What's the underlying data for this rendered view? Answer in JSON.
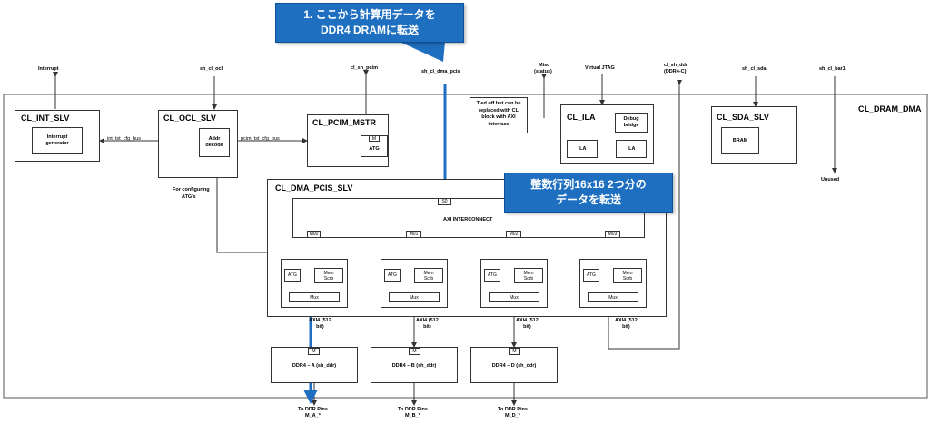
{
  "callouts": {
    "top_lines": [
      "1. ここから計算用データを",
      "DDR4 DRAMに転送"
    ],
    "mid_lines": [
      "整数行列16x16 2つ分の",
      "データを転送"
    ]
  },
  "signals": {
    "interrupt": "Interrupt",
    "sh_cl_ocl": "sh_cl_ocl",
    "cl_sh_pcim": "cl_sh_pcim",
    "sh_cl_dma_pcis": "sh_cl_dma_pcis",
    "misc": "Misc",
    "misc_status": "(status)",
    "virtual_jtag": "Virtual JTAG",
    "cl_sh_ddr": "cl_sh_ddr",
    "cl_sh_ddr_sub": "(DDR4-C)",
    "sh_cl_sda": "sh_cl_sda",
    "sh_cl_bar1": "sh_cl_bar1",
    "unused": "Unused"
  },
  "blocks": {
    "outer": "CL_DRAM_DMA",
    "int_slv": "CL_INT_SLV",
    "interrupt_gen_1": "Interrupt",
    "interrupt_gen_2": "generator",
    "ocl_slv": "CL_OCL_SLV",
    "addr_decode_1": "Addr",
    "addr_decode_2": "decode",
    "pcim_mstr": "CL_PCIM_MSTR",
    "m_port": "M",
    "atg": "ATG",
    "tied_1": "Tied off but can be",
    "tied_2": "replaced with CL",
    "tied_3": "block with AXI",
    "tied_4": "interface",
    "ila_block": "CL_ILA",
    "debug_1": "Debug",
    "debug_2": "bridge",
    "ila": "ILA",
    "sda_slv": "CL_SDA_SLV",
    "bram": "BRAM",
    "dma_pcis_slv": "CL_DMA_PCIS_SLV",
    "s_port": "S0",
    "axi_interconnect": "AXI INTERCONNECT",
    "m00": "M00",
    "m01": "M01",
    "m02": "M02",
    "m03": "M03",
    "mem_1": "Mem",
    "mem_2": "Scrb",
    "mux": "Mux",
    "axi4_1": "AXI4 (512",
    "axi4_2": "bit)",
    "ddr_a": "DDR4 – A (sh_ddr)",
    "ddr_b": "DDR4 – B (sh_ddr)",
    "ddr_d": "DDR4 – D (sh_ddr)"
  },
  "buses": {
    "int_tst": "int_tst_cfg_bus",
    "pcim_tst": "pcim_tst_cfg_bus",
    "for_config_1": "For configuring",
    "for_config_2": "ATG's"
  },
  "pins": {
    "to_ddr": "To DDR Pins",
    "m_a": "M_A_*",
    "m_b": "M_B_*",
    "m_d": "M_D_*"
  },
  "colors": {
    "callout": "#1f6fc1",
    "highlight": "#1f6fc1"
  }
}
